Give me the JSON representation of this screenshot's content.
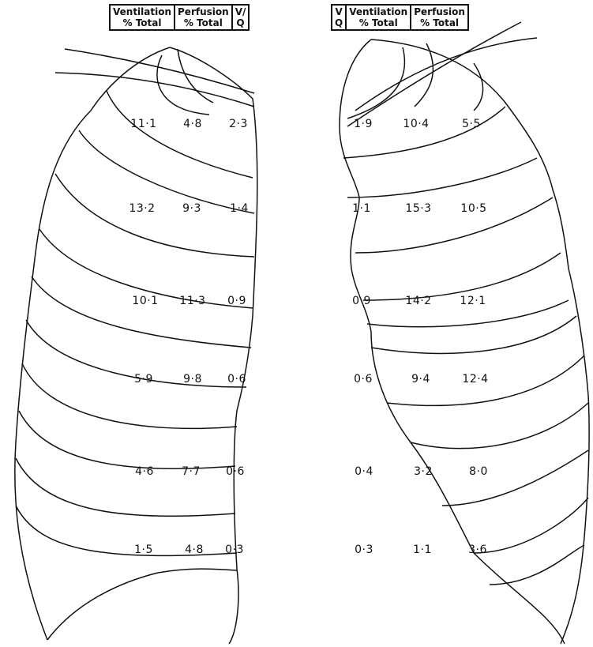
{
  "headers": {
    "left": [
      {
        "line1": "Ventilation",
        "line2": "% Total"
      },
      {
        "line1": "Perfusion",
        "line2": "% Total"
      },
      {
        "line1": "V/",
        "line2": "Q"
      }
    ],
    "right": [
      {
        "line1": "V",
        "line2": "Q"
      },
      {
        "line1": "Ventilation",
        "line2": "% Total"
      },
      {
        "line1": "Perfusion",
        "line2": "% Total"
      }
    ]
  },
  "left_lung": {
    "rows": [
      {
        "ventilation": "11·1",
        "perfusion": "4·8",
        "vq": "2·3"
      },
      {
        "ventilation": "13·2",
        "perfusion": "9·3",
        "vq": "1·4"
      },
      {
        "ventilation": "10·1",
        "perfusion": "11·3",
        "vq": "0·9"
      },
      {
        "ventilation": "5·9",
        "perfusion": "9·8",
        "vq": "0·6"
      },
      {
        "ventilation": "4·6",
        "perfusion": "7·7",
        "vq": "0·6"
      },
      {
        "ventilation": "1·5",
        "perfusion": "4·8",
        "vq": "0·3"
      }
    ]
  },
  "right_lung": {
    "rows": [
      {
        "vq": "1·9",
        "ventilation": "10·4",
        "perfusion": "5·5"
      },
      {
        "vq": "1·1",
        "ventilation": "15·3",
        "perfusion": "10·5"
      },
      {
        "vq": "0·9",
        "ventilation": "14·2",
        "perfusion": "12·1"
      },
      {
        "vq": "0·6",
        "ventilation": "9·4",
        "perfusion": "12·4"
      },
      {
        "vq": "0·4",
        "ventilation": "3·2",
        "perfusion": "8·0"
      },
      {
        "vq": "0·3",
        "ventilation": "1·1",
        "perfusion": "3·6"
      }
    ]
  }
}
